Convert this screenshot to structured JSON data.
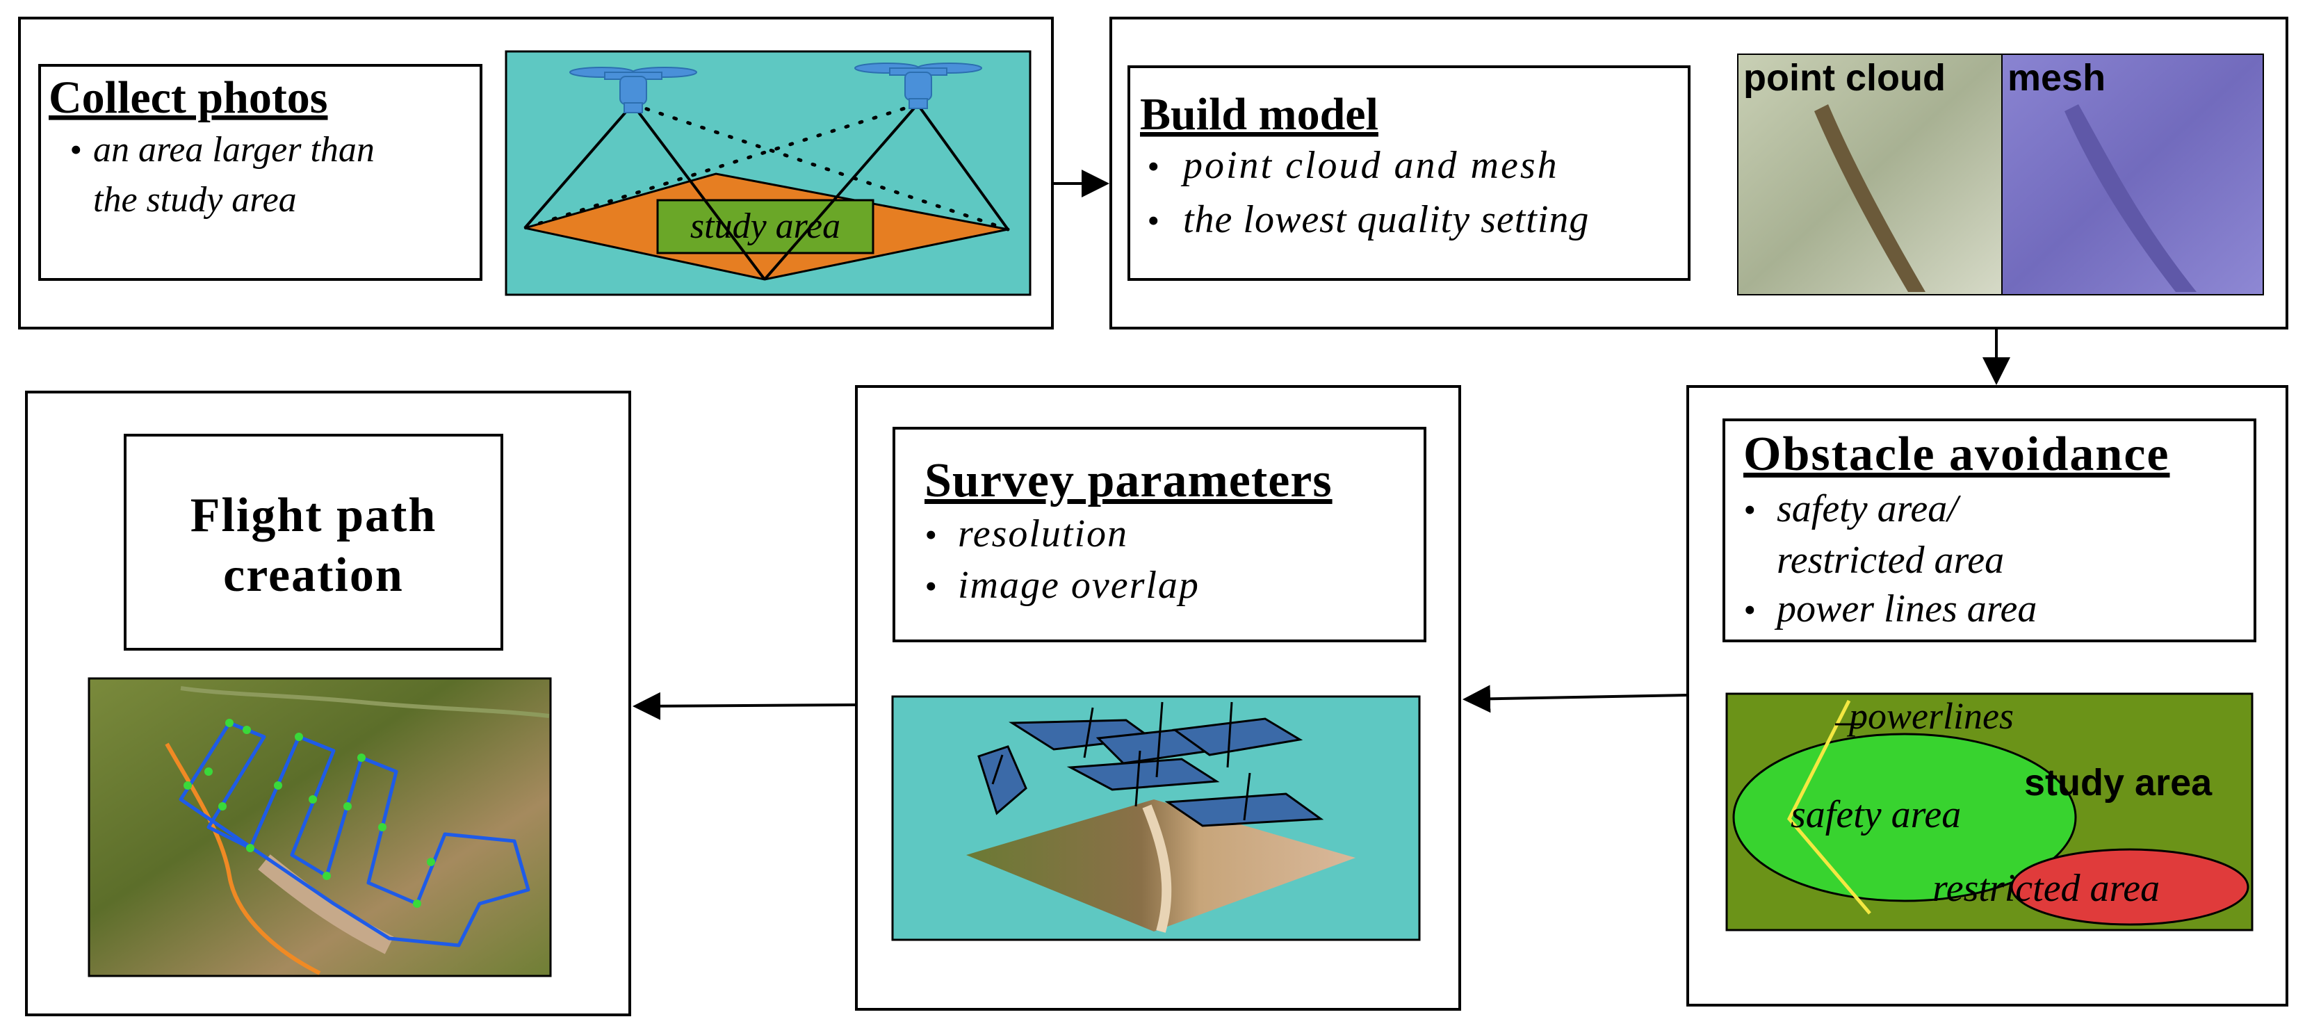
{
  "steps": {
    "collect": {
      "title": "Collect photos",
      "bullets": [
        "an area larger than",
        "the study area"
      ],
      "label": "study area"
    },
    "build": {
      "title": "Build model",
      "bullets": [
        "point cloud and mesh",
        "the lowest quality setting"
      ],
      "label_left": "point cloud",
      "label_right": "mesh"
    },
    "obstacle": {
      "title": "Obstacle avoidance",
      "bullets": [
        "safety area/",
        "restricted area",
        "power lines area"
      ],
      "labels": {
        "powerlines": "powerlines",
        "study_area": "study area",
        "safety_area": "safety area",
        "restricted_area": "restricted area"
      }
    },
    "survey": {
      "title": "Survey parameters",
      "bullets": [
        "resolution",
        "image overlap"
      ]
    },
    "flight": {
      "title_line1": "Flight path",
      "title_line2": "creation"
    }
  },
  "colors": {
    "turquoise": "#5ec8c2",
    "orange": "#e67e22",
    "study_green": "#6aa728",
    "olive": "#6b9318",
    "safety_green": "#38d32f",
    "restricted_red": "#e03b3b",
    "drone_blue": "#4a90d9",
    "panel_blue": "#3b6aa8",
    "powerline_yellow": "#f4e842",
    "mesh_purple": "#7f78c8",
    "flight_blue": "#1e5be8",
    "flight_orange": "#f08a24"
  }
}
